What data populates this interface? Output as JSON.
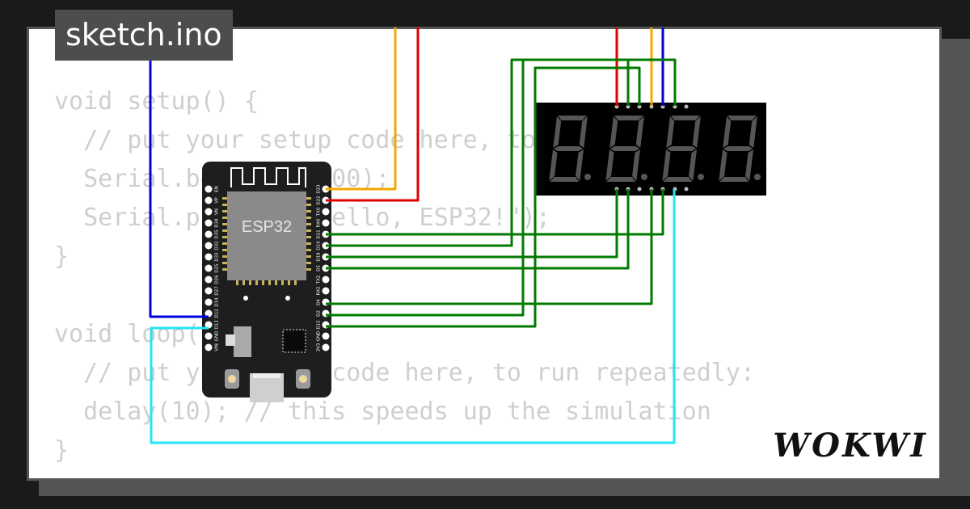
{
  "tab": {
    "filename": "sketch.ino"
  },
  "code_lines": [
    "void setup() {",
    "  // put your setup code here, to run once:",
    "  Serial.begin(115200);",
    "  Serial.println(\"Hello, ESP32!\");",
    "}",
    "",
    "void loop() {",
    "  // put your main code here, to run repeatedly:",
    "  delay(10); // this speeds up the simulation",
    "}"
  ],
  "board": {
    "label": "ESP32",
    "left_pins": [
      "EN",
      "VP",
      "VN",
      "D34",
      "D35",
      "D32",
      "D33",
      "D25",
      "D26",
      "D27",
      "D14",
      "D12",
      "D13",
      "GND",
      "VIN"
    ],
    "right_pins": [
      "D23",
      "D22",
      "TX0",
      "RX0",
      "D21",
      "D19",
      "D18",
      "D5",
      "TX2",
      "RX2",
      "D4",
      "D2",
      "D15",
      "GND",
      "3V3"
    ]
  },
  "brand": {
    "logo_text": "WOKWI"
  },
  "colors": {
    "background": "#1a1a1a",
    "card": "#ffffff",
    "code_text": "#cfcfcf",
    "tab_bg": "#4d4d4d",
    "wire_orange": "#f5a700",
    "wire_red": "#e00000",
    "wire_blue": "#0000dd",
    "wire_green": "#007a00",
    "wire_cyan": "#22e6f2",
    "segment_off": "#555555",
    "board_body": "#1e1e1e"
  }
}
